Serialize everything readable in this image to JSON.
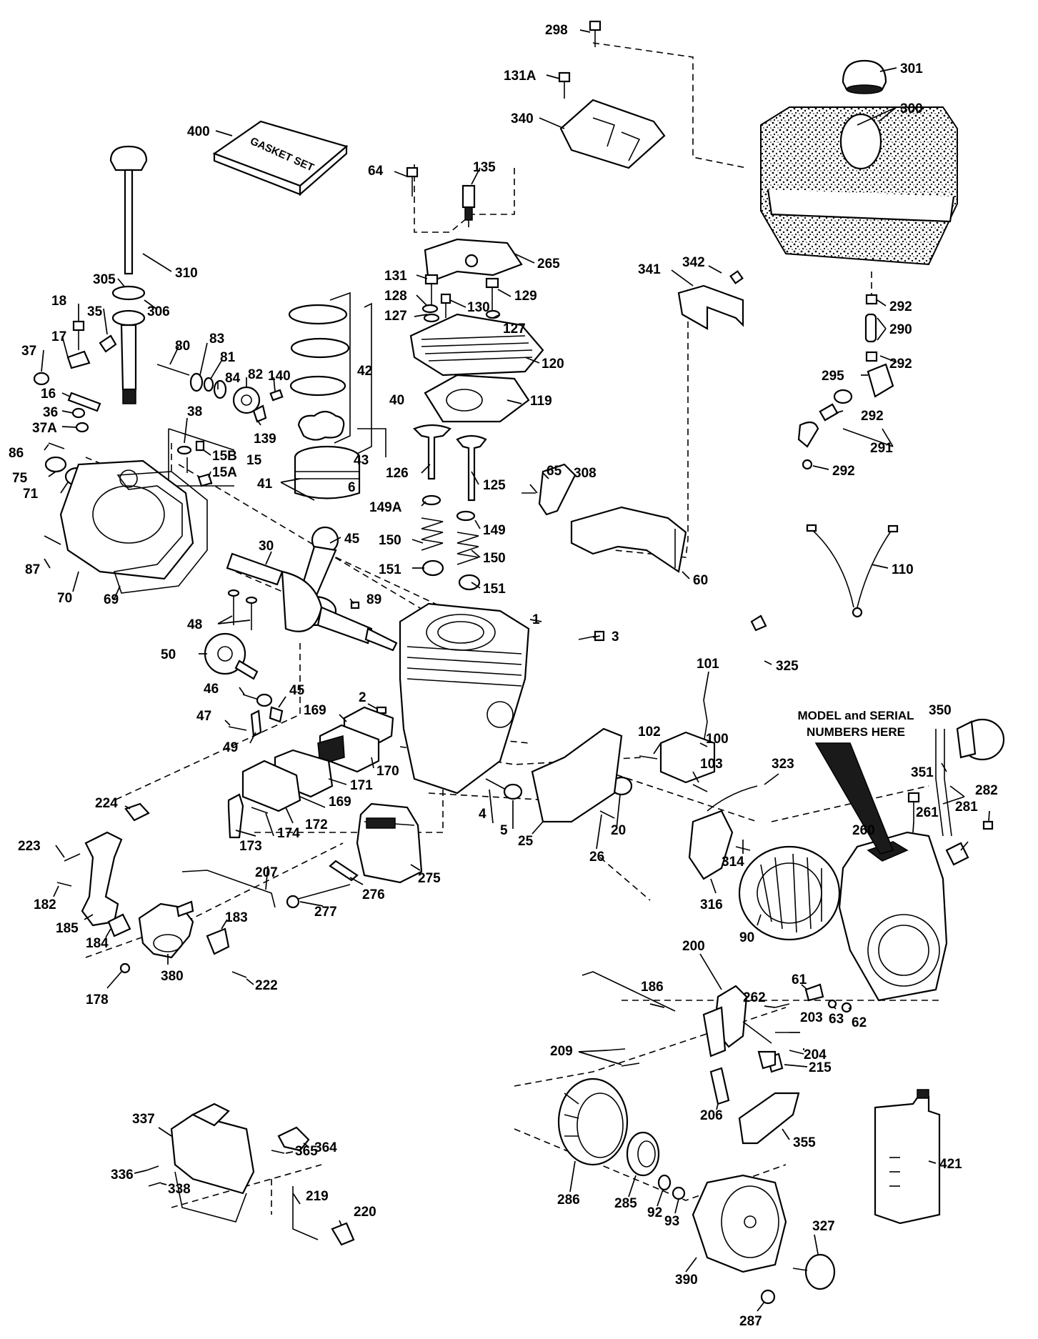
{
  "diagram": {
    "callout_note": "MODEL and SERIAL NUMBERS HERE",
    "gasket_set_label": "GASKET SET",
    "part_numbers": {
      "p298": "298",
      "p301": "301",
      "p131A": "131A",
      "p300": "300",
      "p340": "340",
      "p400": "400",
      "p64": "64",
      "p135": "135",
      "p310": "310",
      "p265": "265",
      "p342": "342",
      "p341": "341",
      "p131": "131",
      "p129": "129",
      "p292a": "292",
      "p305": "305",
      "p306": "306",
      "p128": "128",
      "p130": "130",
      "p290": "290",
      "p18": "18",
      "p35": "35",
      "p127a": "127",
      "p127b": "127",
      "p42": "42",
      "p83": "83",
      "p81": "81",
      "p80": "80",
      "p17": "17",
      "p120": "120",
      "p292b": "292",
      "p37": "37",
      "p84": "84",
      "p82": "82",
      "p140": "140",
      "p295": "295",
      "p16": "16",
      "p119": "119",
      "p40": "40",
      "p292c": "292",
      "p36": "36",
      "p139": "139",
      "p37A": "37A",
      "p38": "38",
      "p291": "291",
      "p86": "86",
      "p15B": "15B",
      "p15": "15",
      "p43": "43",
      "p292d": "292",
      "p75": "75",
      "p15A": "15A",
      "p126": "126",
      "p65": "65",
      "p308": "308",
      "p71": "71",
      "p41": "41",
      "p6": "6",
      "p125": "125",
      "p149A": "149A",
      "p149": "149",
      "p45a": "45",
      "p150a": "150",
      "p110": "110",
      "p87": "87",
      "p30": "30",
      "p150b": "150",
      "p60": "60",
      "p151a": "151",
      "p70": "70",
      "p151b": "151",
      "p69": "69",
      "p89": "89",
      "p48": "48",
      "p1": "1",
      "p3": "3",
      "p50": "50",
      "p325": "325",
      "p101": "101",
      "p45b": "45",
      "p46": "46",
      "p2": "2",
      "p169a": "169",
      "p47": "47",
      "p350": "350",
      "p102": "102",
      "p100": "100",
      "p49": "49",
      "p170": "170",
      "p103": "103",
      "p323": "323",
      "p351": "351",
      "p171": "171",
      "p282": "282",
      "p224": "224",
      "p169b": "169",
      "p261": "261",
      "p4": "4",
      "p281": "281",
      "p174": "174",
      "p172": "172",
      "p5": "5",
      "p20": "20",
      "p25": "25",
      "p26": "26",
      "p260": "260",
      "p223": "223",
      "p173": "173",
      "p275": "275",
      "p314": "314",
      "p207": "207",
      "p316": "316",
      "p182": "182",
      "p276": "276",
      "p90": "90",
      "p185": "185",
      "p183": "183",
      "p277": "277",
      "p184": "184",
      "p200": "200",
      "p380": "380",
      "p186": "186",
      "p61": "61",
      "p222": "222",
      "p262": "262",
      "p178": "178",
      "p63": "63",
      "p62": "62",
      "p203": "203",
      "p209": "209",
      "p204": "204",
      "p215": "215",
      "p206": "206",
      "p337": "337",
      "p364": "364",
      "p365": "365",
      "p355": "355",
      "p421": "421",
      "p336": "336",
      "p219": "219",
      "p338": "338",
      "p220": "220",
      "p286": "286",
      "p285": "285",
      "p92": "92",
      "p93": "93",
      "p327": "327",
      "p390": "390",
      "p287": "287"
    }
  }
}
